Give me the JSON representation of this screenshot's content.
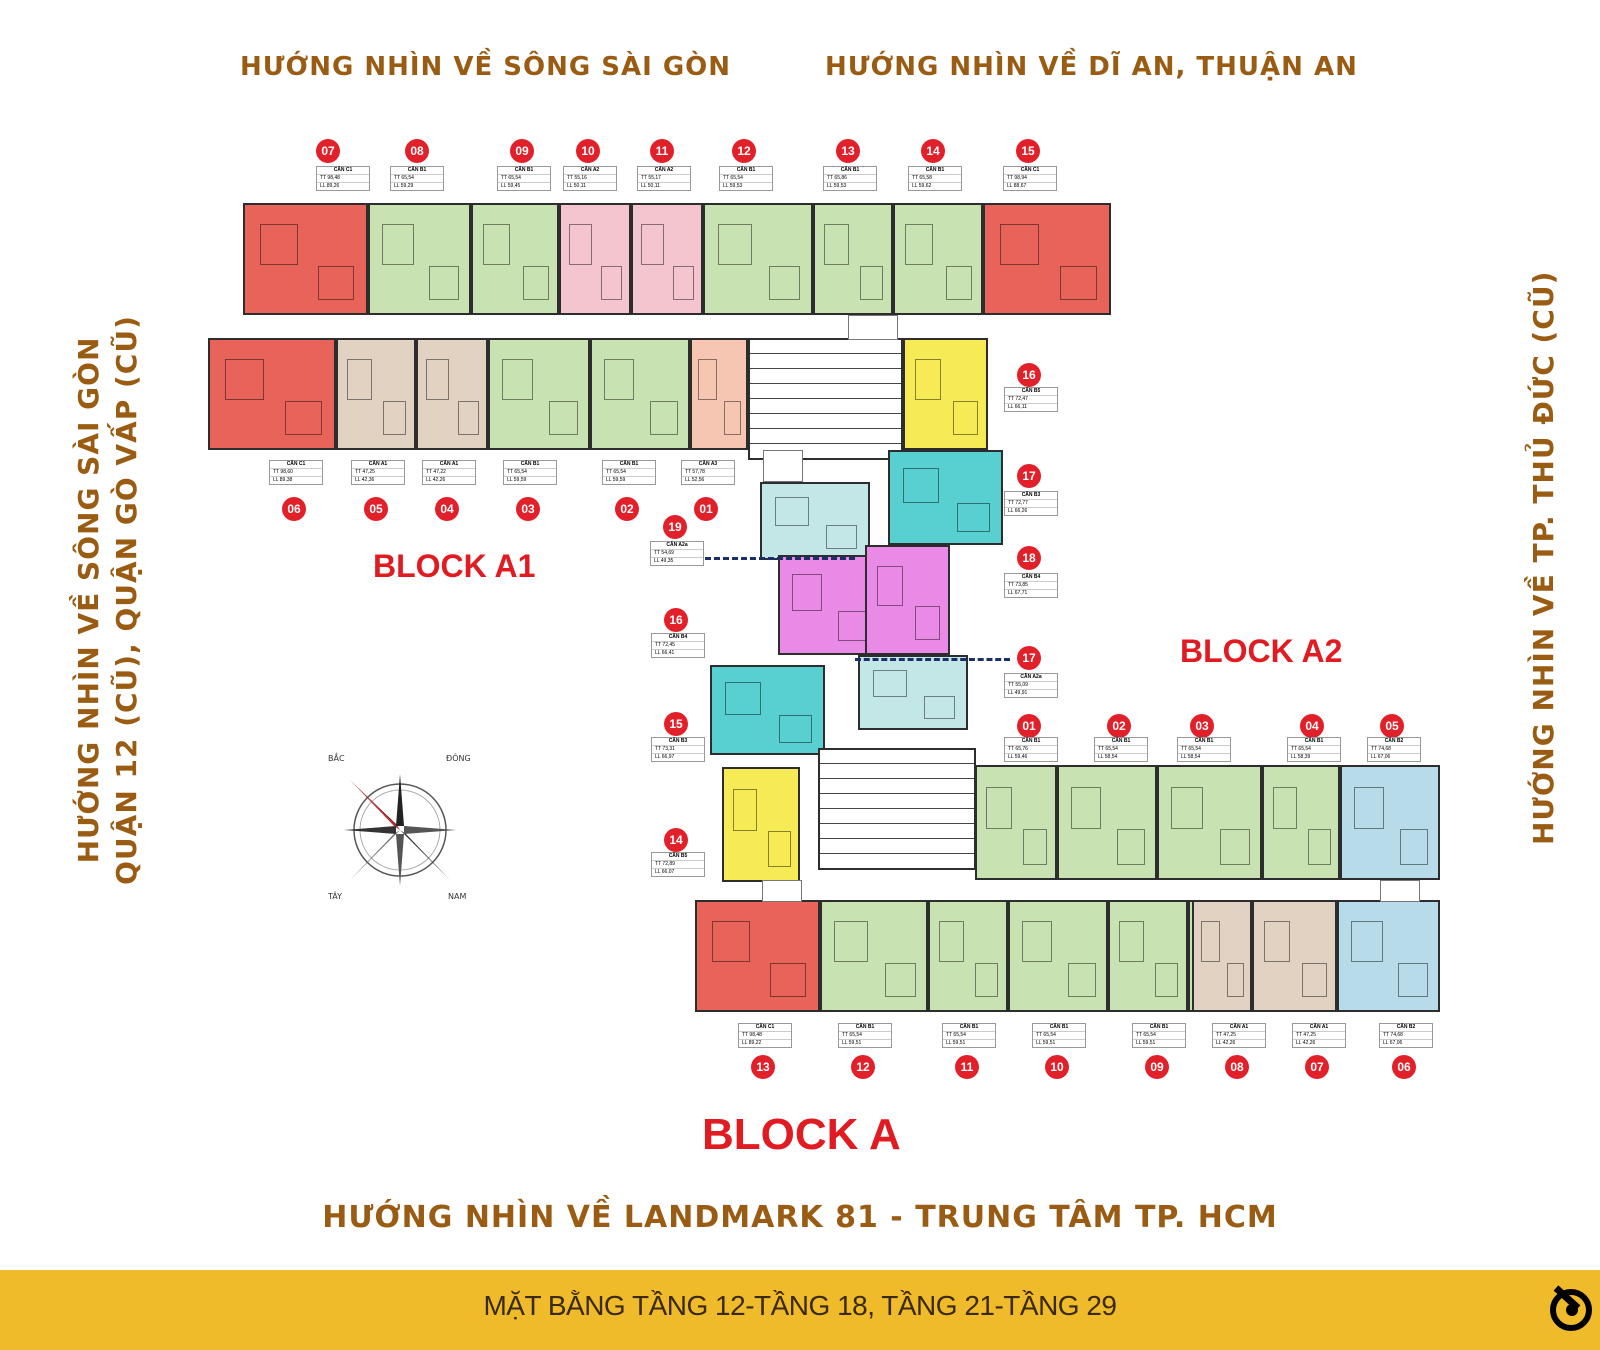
{
  "directions": {
    "top_left": "HƯỚNG NHÌN VỀ SÔNG SÀI GÒN",
    "top_right": "HƯỚNG NHÌN VỀ DĨ AN, THUẬN AN",
    "left_line1": "HƯỚNG NHÌN VỀ SÔNG SÀI GÒN",
    "left_line2": "QUẬN 12 (CŨ), QUẬN GÒ VẤP (CŨ)",
    "right": "HƯỚNG NHÌN VỀ TP. THỦ ĐỨC (CŨ)",
    "bottom": "HƯỚNG NHÌN VỀ LANDMARK 81 - TRUNG TÂM TP. HCM"
  },
  "blocks": {
    "a1": "BLOCK A1",
    "a2": "BLOCK A2",
    "a": "BLOCK A"
  },
  "banner": "MẶT BẰNG TẦNG 12-TẦNG 18, TẦNG 21-TẦNG 29",
  "compass": {
    "n": "BẮC",
    "e": "ĐÔNG",
    "w": "TÂY",
    "s": "NAM"
  },
  "colors": {
    "red": "#e8645a",
    "green": "#c9e2b1",
    "pink": "#f4c4cf",
    "tan": "#e1d2c2",
    "yellow": "#f6ea55",
    "cyan": "#58cfd0",
    "magenta": "#e98ae6",
    "lightcyan": "#c3e7e6",
    "blue": "#b7dbe8",
    "peach": "#f6c6b3"
  },
  "units": [
    {
      "no": "07",
      "type": "CĂN C1",
      "tt": "98,48",
      "ll": "89,26"
    },
    {
      "no": "08",
      "type": "CĂN B1",
      "tt": "65,54",
      "ll": "59,29"
    },
    {
      "no": "09",
      "type": "CĂN B1",
      "tt": "65,54",
      "ll": "59,45"
    },
    {
      "no": "10",
      "type": "CĂN A2",
      "tt": "55,16",
      "ll": "50,11"
    },
    {
      "no": "11",
      "type": "CĂN A2",
      "tt": "55,17",
      "ll": "50,11"
    },
    {
      "no": "12",
      "type": "CĂN B1",
      "tt": "65,54",
      "ll": "59,53"
    },
    {
      "no": "13",
      "type": "CĂN B1",
      "tt": "65,86",
      "ll": "59,53"
    },
    {
      "no": "14",
      "type": "CĂN B1",
      "tt": "65,58",
      "ll": "59,62"
    },
    {
      "no": "15",
      "type": "CĂN C1",
      "tt": "98,94",
      "ll": "88,67"
    },
    {
      "no": "06",
      "type": "CĂN C1",
      "tt": "98,60",
      "ll": "89,38"
    },
    {
      "no": "05",
      "type": "CĂN A1",
      "tt": "47,25",
      "ll": "42,36"
    },
    {
      "no": "04",
      "type": "CĂN A1",
      "tt": "47,22",
      "ll": "42,26"
    },
    {
      "no": "03",
      "type": "CĂN B1",
      "tt": "65,54",
      "ll": "59,59"
    },
    {
      "no": "02",
      "type": "CĂN B1",
      "tt": "65,54",
      "ll": "59,59"
    },
    {
      "no": "01",
      "type": "CĂN A3",
      "tt": "57,78",
      "ll": "52,56"
    },
    {
      "no": "16",
      "type": "CĂN B5",
      "tt": "72,47",
      "ll": "66,11"
    },
    {
      "no": "17",
      "type": "CĂN B3",
      "tt": "72,77",
      "ll": "66,26"
    },
    {
      "no": "19",
      "type": "CĂN A2a",
      "tt": "54,69",
      "ll": "49,35"
    },
    {
      "no": "18",
      "type": "CĂN B4",
      "tt": "73,85",
      "ll": "67,71"
    },
    {
      "no": "16",
      "type": "CĂN B4",
      "tt": "72,45",
      "ll": "66,41"
    },
    {
      "no": "17",
      "type": "CĂN A2a",
      "tt": "55,09",
      "ll": "49,91"
    },
    {
      "no": "15",
      "type": "CĂN B3",
      "tt": "73,31",
      "ll": "66,97"
    },
    {
      "no": "01",
      "type": "CĂN B1",
      "tt": "65,76",
      "ll": "59,46"
    },
    {
      "no": "02",
      "type": "CĂN B1",
      "tt": "65,54",
      "ll": "58,54"
    },
    {
      "no": "03",
      "type": "CĂN B1",
      "tt": "65,54",
      "ll": "58,54"
    },
    {
      "no": "04",
      "type": "CĂN B1",
      "tt": "65,54",
      "ll": "58,39"
    },
    {
      "no": "05",
      "type": "CĂN B2",
      "tt": "74,68",
      "ll": "67,06"
    },
    {
      "no": "14",
      "type": "CĂN B5",
      "tt": "72,89",
      "ll": "66,07"
    },
    {
      "no": "13",
      "type": "CĂN C1",
      "tt": "98,48",
      "ll": "89,22"
    },
    {
      "no": "12",
      "type": "CĂN B1",
      "tt": "65,54",
      "ll": "59,51"
    },
    {
      "no": "11",
      "type": "CĂN B1",
      "tt": "65,54",
      "ll": "59,51"
    },
    {
      "no": "10",
      "type": "CĂN B1",
      "tt": "65,54",
      "ll": "59,51"
    },
    {
      "no": "09",
      "type": "CĂN B1",
      "tt": "65,54",
      "ll": "59,51"
    },
    {
      "no": "08",
      "type": "CĂN A1",
      "tt": "47,25",
      "ll": "42,26"
    },
    {
      "no": "07",
      "type": "CĂN A1",
      "tt": "47,25",
      "ll": "42,26"
    },
    {
      "no": "06",
      "type": "CĂN B2",
      "tt": "74,68",
      "ll": "67,06"
    }
  ]
}
